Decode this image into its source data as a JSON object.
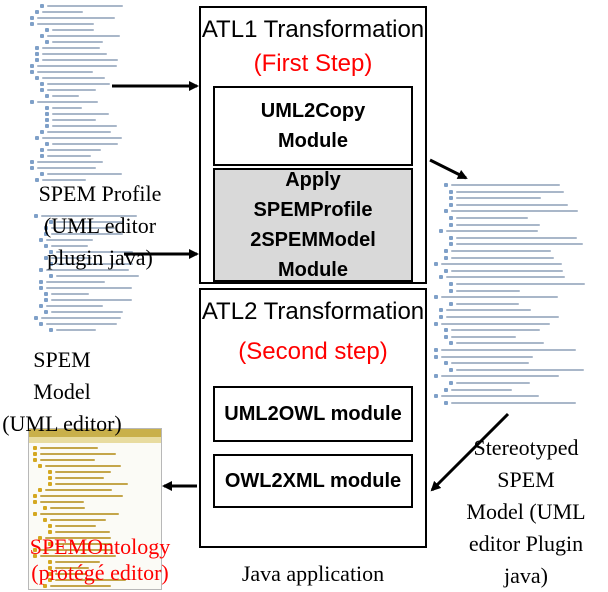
{
  "colors": {
    "step": "#ff0000",
    "ontology": "#ff0000",
    "gray_module": "#d9d9d9",
    "ontology_bar": "#d4a820"
  },
  "atl1": {
    "title": "ATL1 Transformation",
    "step": "(First Step)",
    "modules": [
      "UML2Copy\nModule",
      "Apply\nSPEMProfile\n2SPEMModel\nModule"
    ]
  },
  "atl2": {
    "title": "ATL2 Transformation",
    "step": "(Second step)",
    "modules": [
      "UML2OWL module",
      "OWL2XML module"
    ]
  },
  "labels": {
    "spem_profile": "SPEM Profile\n(UML editor\nplugin java)",
    "spem_model": "SPEM Model\n(UML editor)",
    "stereotyped": "Stereotyped\nSPEM\nModel (UML\neditor Plugin\njava)",
    "ontology": "SPEMOntology\n(protégé editor)",
    "java_app": "Java application"
  },
  "thumbnails": [
    "uml-profile-tree-thumbnail",
    "uml-model-tree-thumbnail",
    "stereotyped-model-tree-thumbnail",
    "protege-ontology-thumbnail"
  ]
}
